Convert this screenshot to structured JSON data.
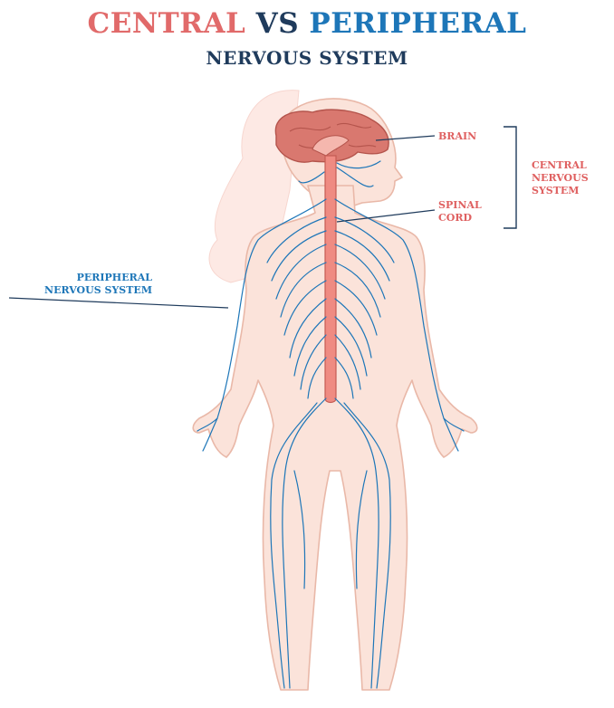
{
  "title": {
    "word1": "CENTRAL",
    "word2": "VS",
    "word3": "PERIPHERAL",
    "line2": "NERVOUS SYSTEM"
  },
  "labels": {
    "brain": "BRAIN",
    "spinal_cord": "SPINAL\nCORD",
    "cns": "CENTRAL\nNERVOUS\nSYSTEM",
    "pns": "PERIPHERAL\nNERVOUS SYSTEM"
  },
  "colors": {
    "cns_red": "#e16a6a",
    "pns_blue": "#1d76b8",
    "navy": "#1f3b5c",
    "skin": "#fbe3da",
    "hair": "#fde9e4"
  }
}
